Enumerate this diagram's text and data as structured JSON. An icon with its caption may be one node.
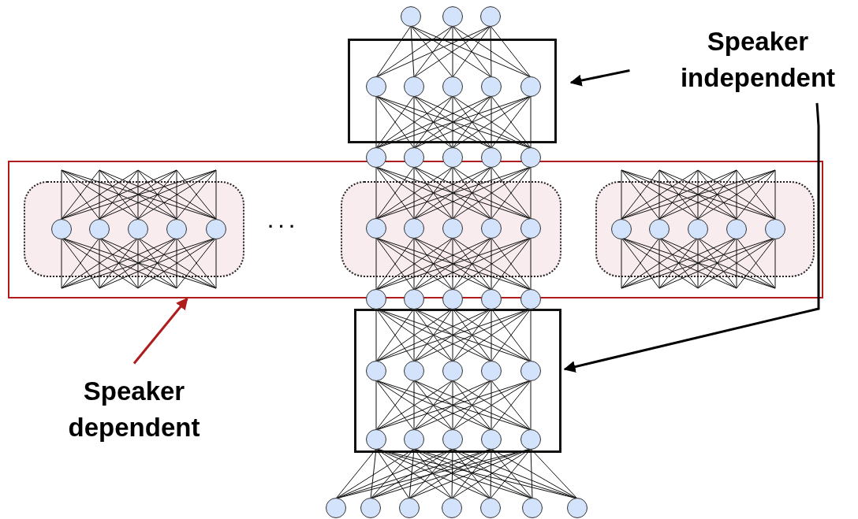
{
  "diagram": {
    "nodes": [
      {
        "text": [
          "Speaker independent"
        ]
      },
      {
        "text": [],
        "shape": "box"
      },
      {
        "text": [],
        "shape": "box"
      },
      {
        "text": [],
        "shape": "box"
      },
      {
        "text": [],
        "shape": "box",
        "in": 3
      },
      {
        "text": [],
        "shape": "box",
        "in": 3
      },
      {
        "text": [],
        "shape": "box",
        "in": 3
      },
      {
        "text": [
          "Speaker dependent"
        ]
      }
    ],
    "edges": [
      {
        "from": 0,
        "to": 1,
        "arrow": "to"
      },
      {
        "from": 0,
        "to": 2,
        "arrow": "to"
      },
      {
        "from": 7,
        "to": 3,
        "arrow": "to",
        "color": "#b01c1c"
      }
    ],
    "labels": [
      "· · ·"
    ]
  }
}
